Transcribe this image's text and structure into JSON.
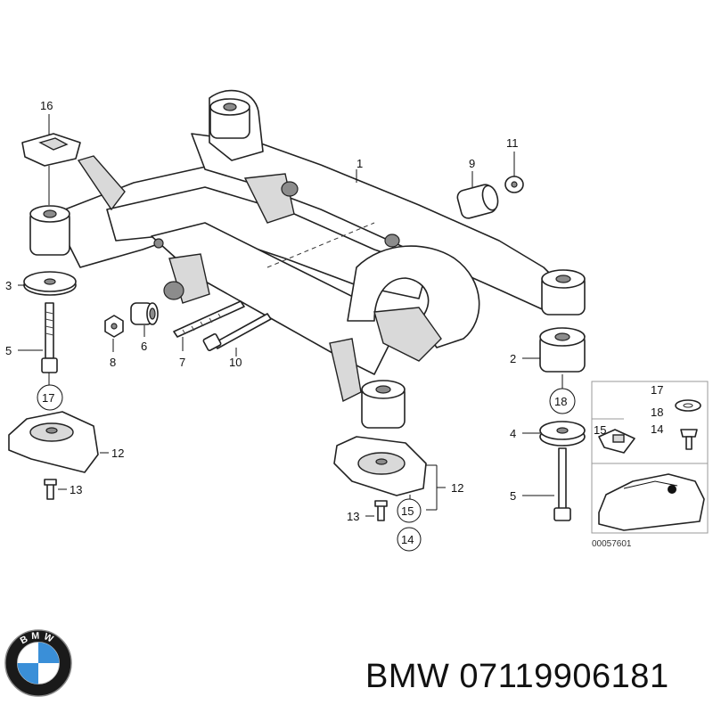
{
  "callouts": {
    "c1": "1",
    "c2": "2",
    "c3": "3",
    "c4": "4",
    "c5a": "5",
    "c5b": "5",
    "c6": "6",
    "c7": "7",
    "c8": "8",
    "c9": "9",
    "c10": "10",
    "c11": "11",
    "c12a": "12",
    "c12b": "12",
    "c13a": "13",
    "c13b": "13",
    "c14a": "14",
    "c14b": "14",
    "c15a": "15",
    "c15b": "15",
    "c16": "16",
    "c17a": "17",
    "c17b": "17",
    "c18a": "18",
    "c18b": "18"
  },
  "inset": {
    "ref": "00057601"
  },
  "brand": {
    "logo_letters": "BMW"
  },
  "caption": "BMW 07119906181"
}
